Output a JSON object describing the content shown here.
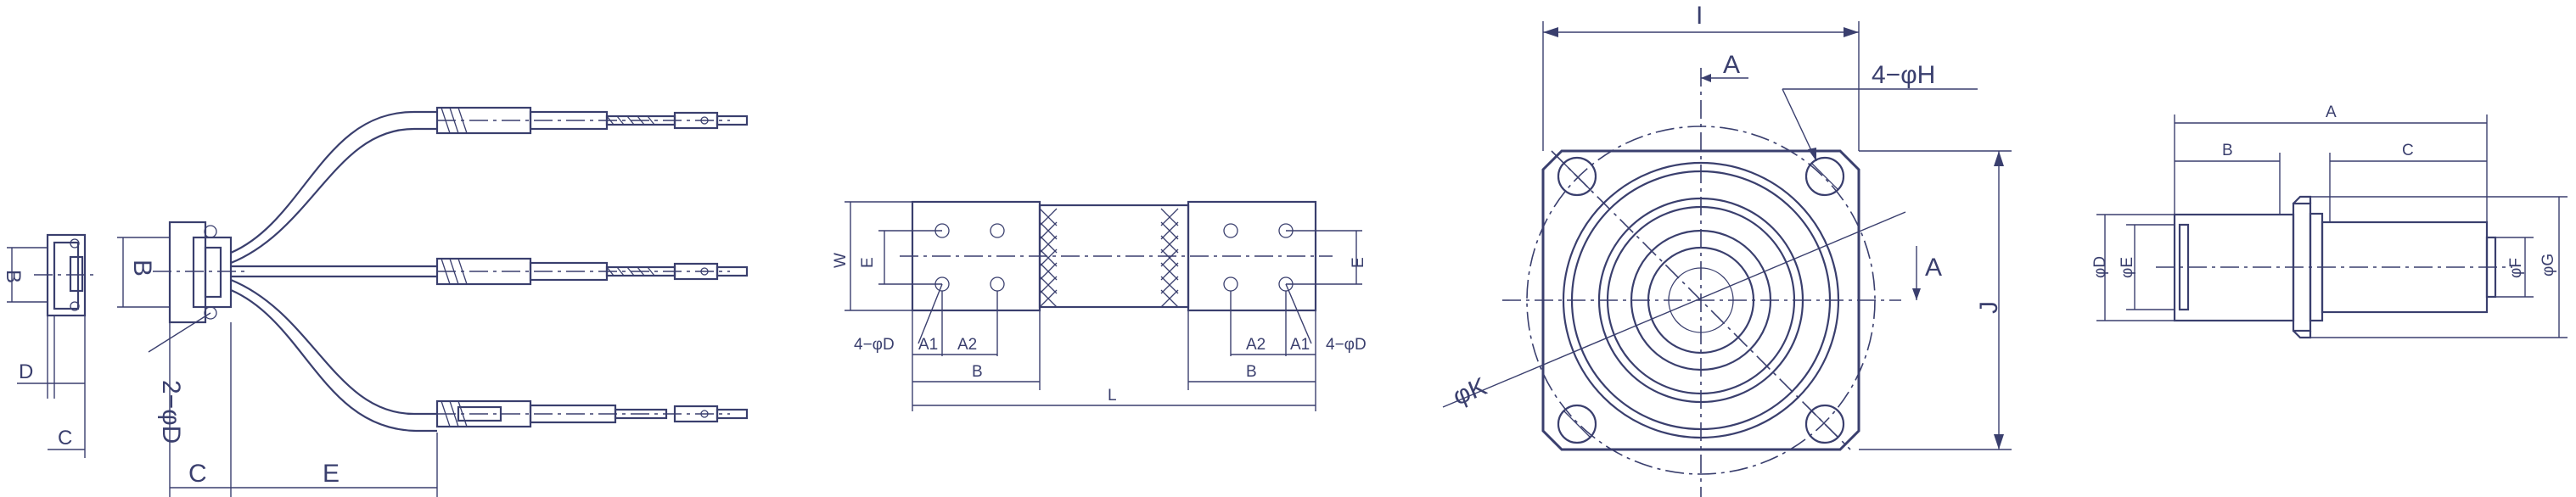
{
  "colors": {
    "ink": "#3a3f6e",
    "background": "#ffffff"
  },
  "drawing1": {
    "b": "B",
    "d": "D",
    "c": "C"
  },
  "drawing2": {
    "b": "B",
    "two_phi_d": "2−φD",
    "c": "C",
    "e": "E"
  },
  "drawing3": {
    "w": "W",
    "e_left": "E",
    "e_right": "E",
    "hole_left": "4−φD",
    "hole_right": "4−φD",
    "a1_left": "A1",
    "a2_left": "A2",
    "b_left": "B",
    "a2_right": "A2",
    "a1_right": "A1",
    "b_right": "B",
    "l": "L"
  },
  "drawing4": {
    "i": "I",
    "a_top": "A",
    "holes": "4−φH",
    "a_side": "A",
    "j": "J",
    "k": "φK"
  },
  "drawing5": {
    "a": "A",
    "b": "B",
    "c": "C",
    "d": "φD",
    "e": "φE",
    "f": "φF",
    "g": "φG"
  }
}
